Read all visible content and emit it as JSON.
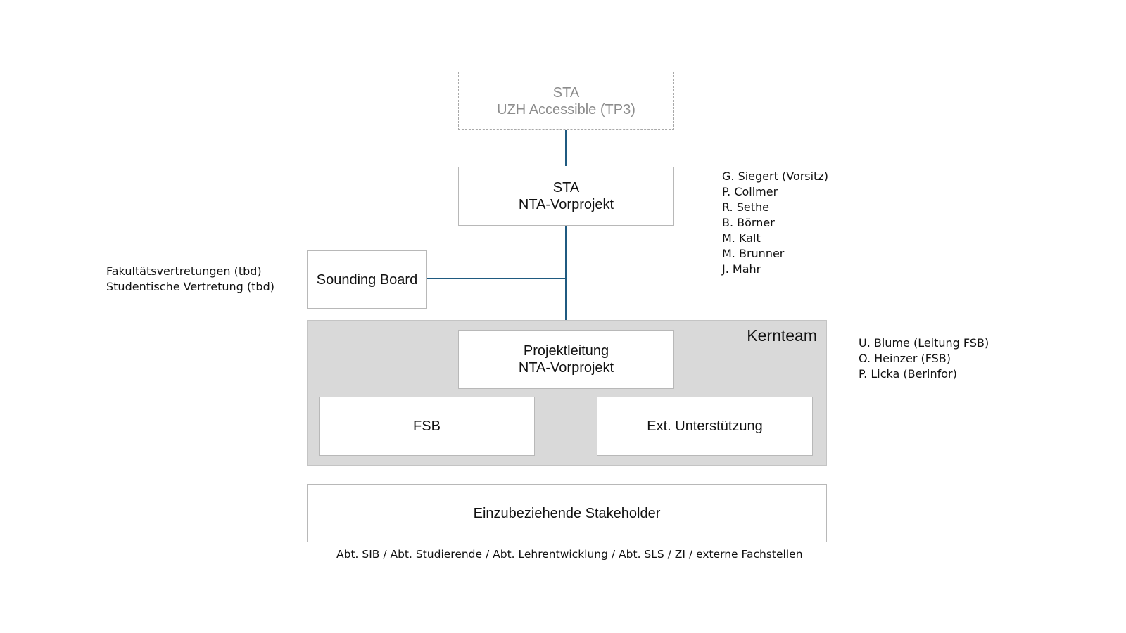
{
  "top_box": {
    "line1": "STA",
    "line2": "UZH Accessible (TP3)"
  },
  "sta_box": {
    "line1": "STA",
    "line2": "NTA-Vorprojekt"
  },
  "sta_members": [
    "G. Siegert (Vorsitz)",
    "P. Collmer",
    "R. Sethe",
    "B. Börner",
    "M. Kalt",
    "M. Brunner",
    "J. Mahr"
  ],
  "sounding_board": {
    "label": "Sounding Board",
    "members": [
      "Fakultätsvertretungen (tbd)",
      "Studentische Vertretung (tbd)"
    ]
  },
  "kernteam": {
    "title": "Kernteam",
    "projektleitung": {
      "line1": "Projektleitung",
      "line2": "NTA-Vorprojekt"
    },
    "fsb": "FSB",
    "ext": "Ext. Unterstützung",
    "members": [
      "U. Blume (Leitung FSB)",
      "O. Heinzer (FSB)",
      "P. Licka (Berinfor)"
    ]
  },
  "stakeholder": {
    "label": "Einzubeziehende Stakeholder",
    "note": "Abt. SIB / Abt. Studierende / Abt. Lehrentwicklung / Abt. SLS / ZI / externe Fachstellen"
  },
  "colors": {
    "connector": "#1f5a80",
    "kernteam_bg": "#d9d9d9",
    "dashed_text": "#8c8c8c"
  }
}
